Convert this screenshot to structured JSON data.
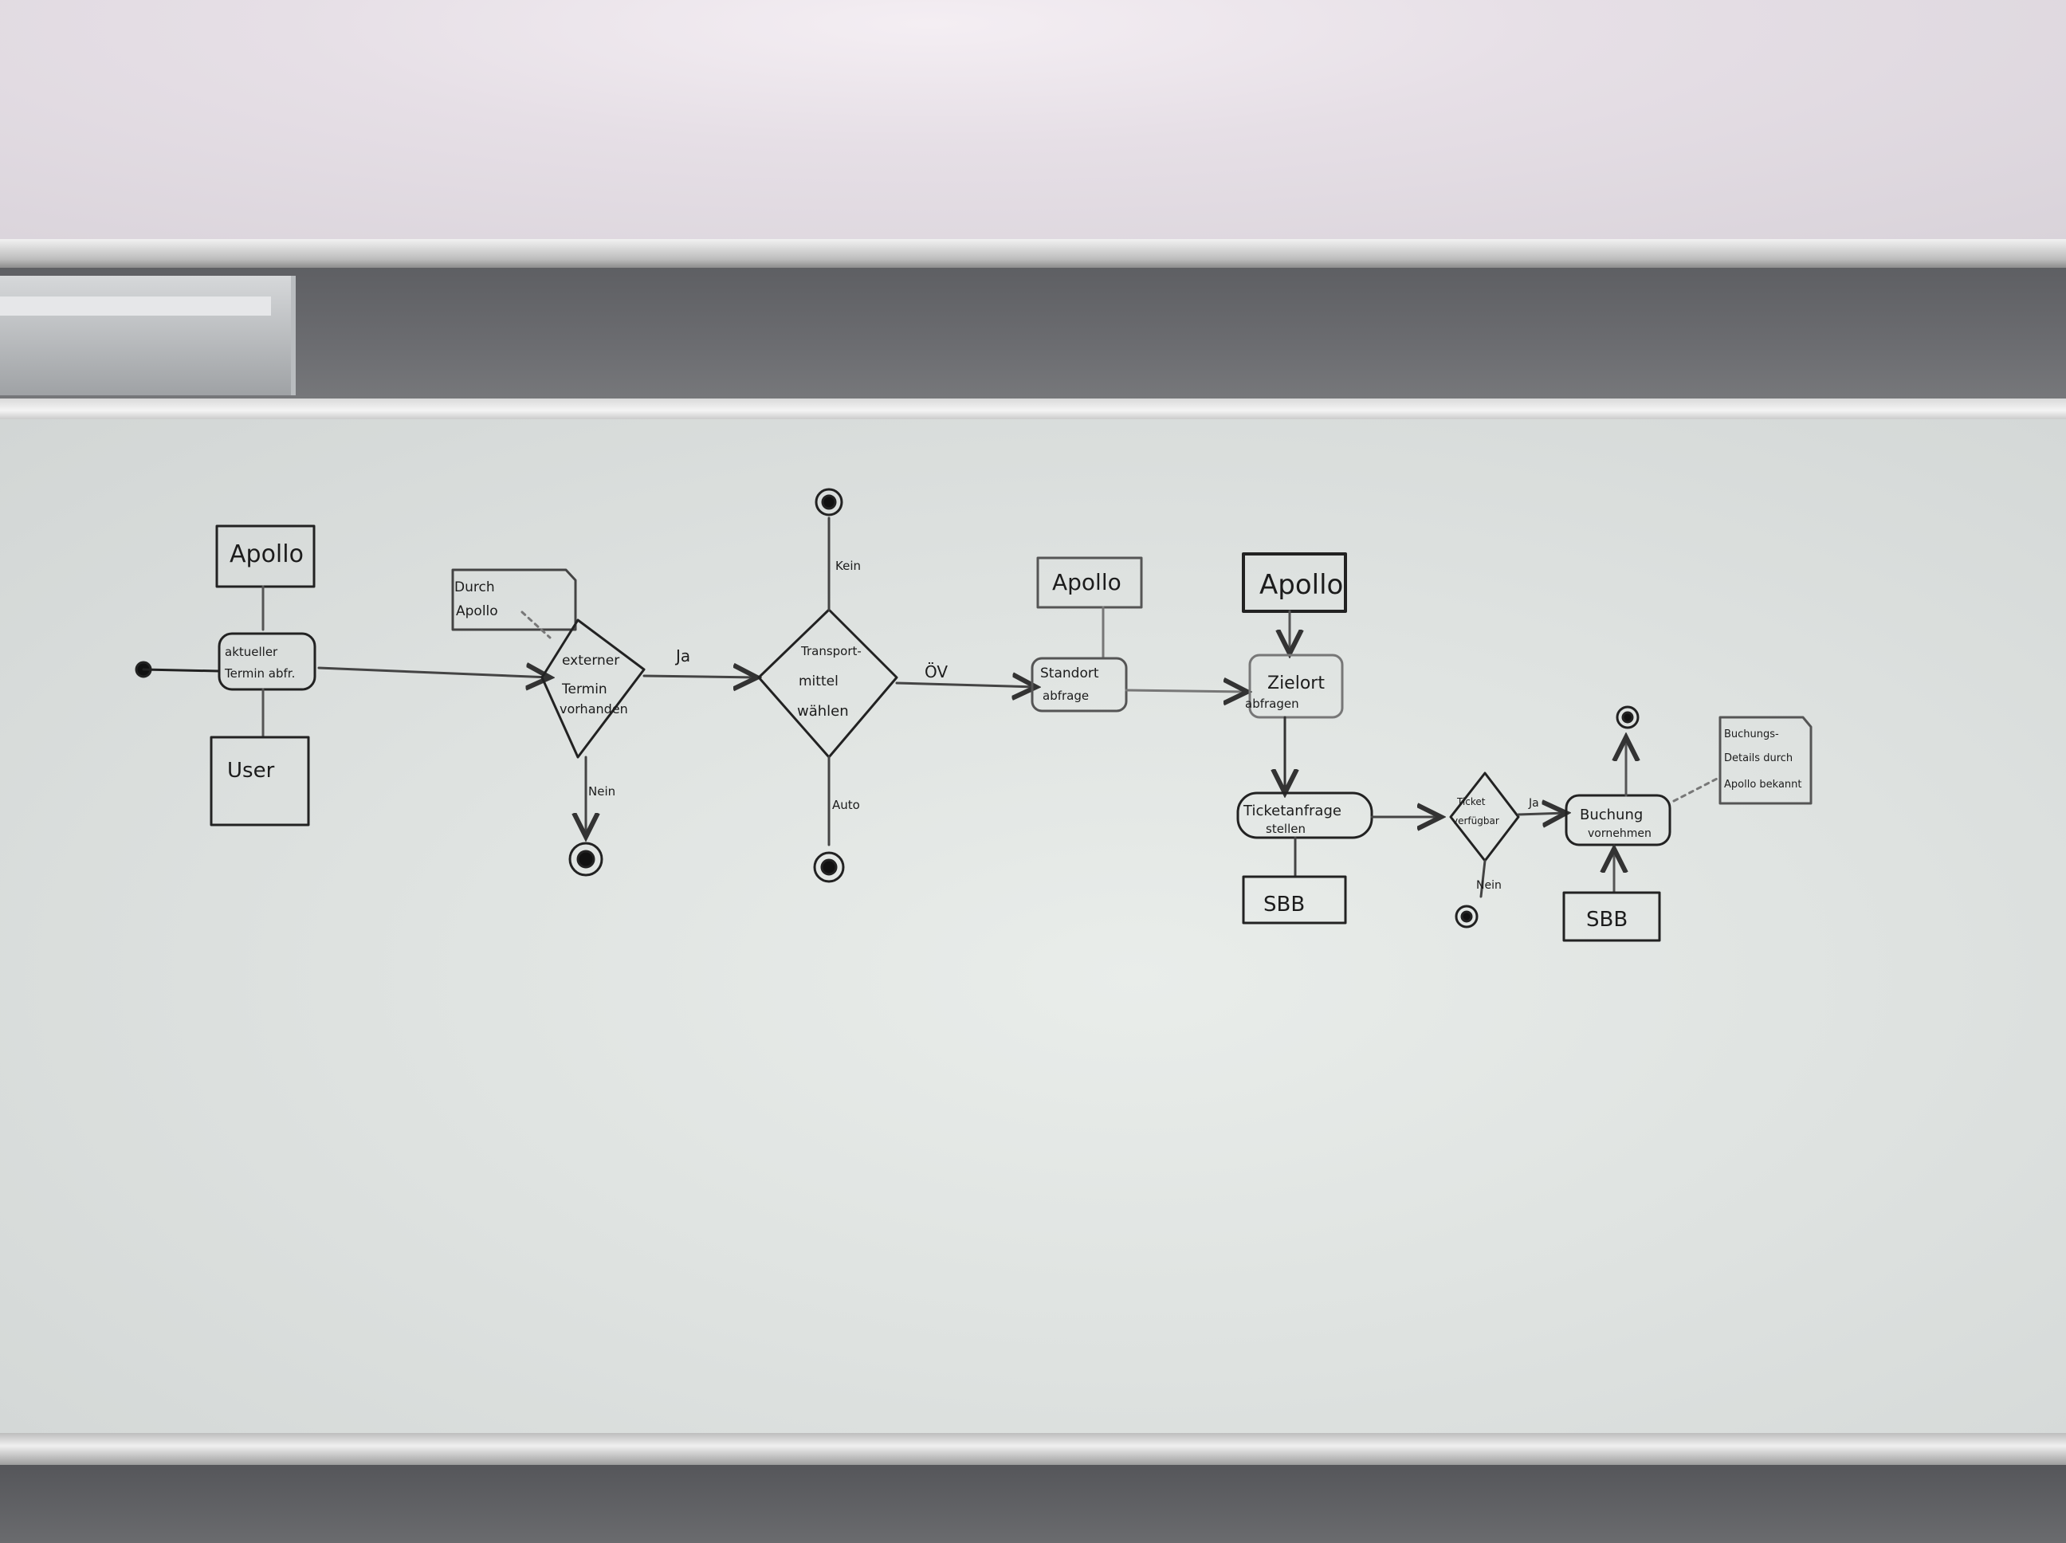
{
  "whiteboard": {
    "nodes": {
      "apollo_1": "Apollo",
      "aktueller_termin": [
        "aktueller",
        "Termin abfr."
      ],
      "user": "User",
      "durch_apollo": [
        "Durch",
        "Apollo"
      ],
      "externer_termin": [
        "externer",
        "Termin",
        "vorhanden"
      ],
      "transportmittel": [
        "Transport-",
        "mittel",
        "wählen"
      ],
      "apollo_2": "Apollo",
      "standort_abfrage": [
        "Standort",
        "abfrage"
      ],
      "apollo_3": "Apollo",
      "zielort_abfragen": [
        "Zielort",
        "abfragen"
      ],
      "ticketanfrage": [
        "Ticketanfrage",
        "stellen"
      ],
      "sbb_1": "SBB",
      "ticket_verfuegbar": [
        "Ticket",
        "verfügbar"
      ],
      "buchung": [
        "Buchung",
        "vornehmen"
      ],
      "sbb_2": "SBB",
      "buchungsdetails": [
        "Buchungs-",
        "Details durch",
        "Apollo bekannt"
      ]
    },
    "edge_labels": {
      "ja_1": "Ja",
      "nein_1": "Nein",
      "kein": "Kein",
      "oev": "ÖV",
      "auto": "Auto",
      "ja_2": "Ja",
      "nein_2": "Nein"
    }
  }
}
